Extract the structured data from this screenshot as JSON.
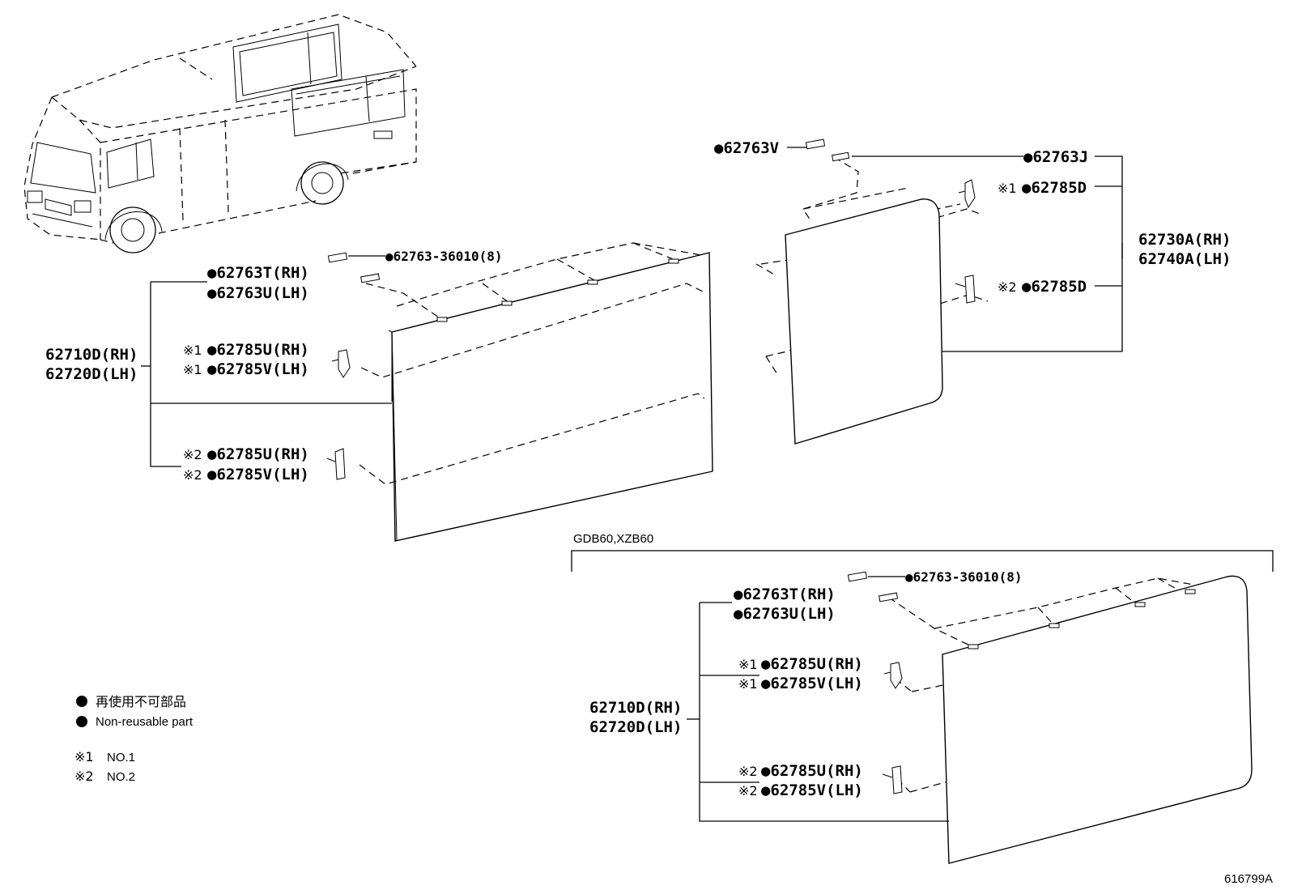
{
  "diagram": {
    "labels": {
      "top_clip": "●62763-36010(8)",
      "main_clip_rh": "●62763T(RH)",
      "main_clip_lh": "●62763U(LH)",
      "main_glass_rh": "62710D(RH)",
      "main_glass_lh": "62720D(LH)",
      "main_bracket1_mark": "※1",
      "main_bracket1_rh": "●62785U(RH)",
      "main_bracket1_lh": "●62785V(LH)",
      "main_bracket2_mark": "※2",
      "main_bracket2_rh": "●62785U(RH)",
      "main_bracket2_lh": "●62785V(LH)",
      "rear_clip_v": "●62763V",
      "rear_clip_j": "●62763J",
      "rear_bracket1_mark": "※1",
      "rear_bracket1": "●62785D",
      "rear_bracket2_mark": "※2",
      "rear_bracket2": "●62785D",
      "rear_glass_rh": "62730A(RH)",
      "rear_glass_lh": "62740A(LH)",
      "variant_header": "GDB60,XZB60",
      "var_top_clip": "●62763-36010(8)",
      "var_clip_rh": "●62763T(RH)",
      "var_clip_lh": "●62763U(LH)",
      "var_glass_rh": "62710D(RH)",
      "var_glass_lh": "62720D(LH)",
      "var_bracket1_mark": "※1",
      "var_bracket1_rh": "●62785U(RH)",
      "var_bracket1_lh": "●62785V(LH)",
      "var_bracket2_mark": "※2",
      "var_bracket2_rh": "●62785U(RH)",
      "var_bracket2_lh": "●62785V(LH)"
    },
    "legend": {
      "non_reusable_jp": "再使用不可部品",
      "non_reusable_en": "Non-reusable part",
      "note1_mark": "※1",
      "note1_text": "NO.1",
      "note2_mark": "※2",
      "note2_text": "NO.2"
    },
    "figure_id": "616799A"
  }
}
